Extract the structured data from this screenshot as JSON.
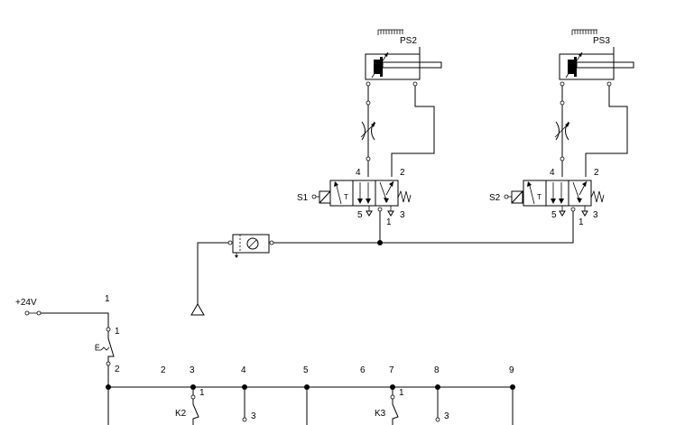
{
  "cylinders": [
    {
      "id": "cyl-1",
      "sensor_label": "PS2"
    },
    {
      "id": "cyl-2",
      "sensor_label": "PS3"
    }
  ],
  "valves": [
    {
      "id": "valve-1",
      "solenoid_label": "S1",
      "port_4": "4",
      "port_2": "2",
      "port_5": "5",
      "port_3": "3",
      "port_1": "1",
      "symbol_t": "T"
    },
    {
      "id": "valve-2",
      "solenoid_label": "S2",
      "port_4": "4",
      "port_2": "2",
      "port_5": "5",
      "port_3": "3",
      "port_1": "1",
      "symbol_t": "T"
    }
  ],
  "electrical": {
    "supply_label": "+24V",
    "wire_1": "1",
    "switch_pin_1": "1",
    "switch_pin_2": "2",
    "node_labels": [
      "2",
      "3",
      "4",
      "5",
      "6",
      "7",
      "8",
      "9"
    ],
    "relays": [
      {
        "label": "K2",
        "pin": "1",
        "contact_pin": "3"
      },
      {
        "label": "K3",
        "pin": "1",
        "contact_pin": "3"
      }
    ]
  }
}
